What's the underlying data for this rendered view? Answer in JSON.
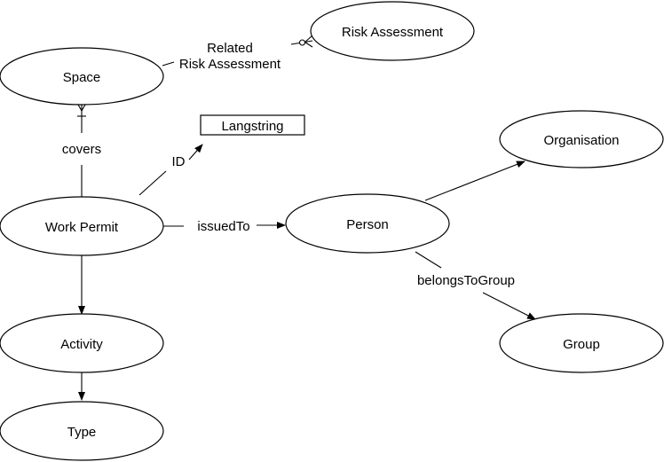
{
  "diagram": {
    "nodes": {
      "risk_assessment": "Risk Assessment",
      "space": "Space",
      "langstring": "Langstring",
      "organisation": "Organisation",
      "work_permit": "Work Permit",
      "person": "Person",
      "activity": "Activity",
      "group": "Group",
      "type": "Type"
    },
    "edges": {
      "related_line1": "Related",
      "related_line2": "Risk Assessment",
      "covers": "covers",
      "id": "ID",
      "issued_to": "issuedTo",
      "belongs_to_group": "belongsToGroup"
    }
  }
}
